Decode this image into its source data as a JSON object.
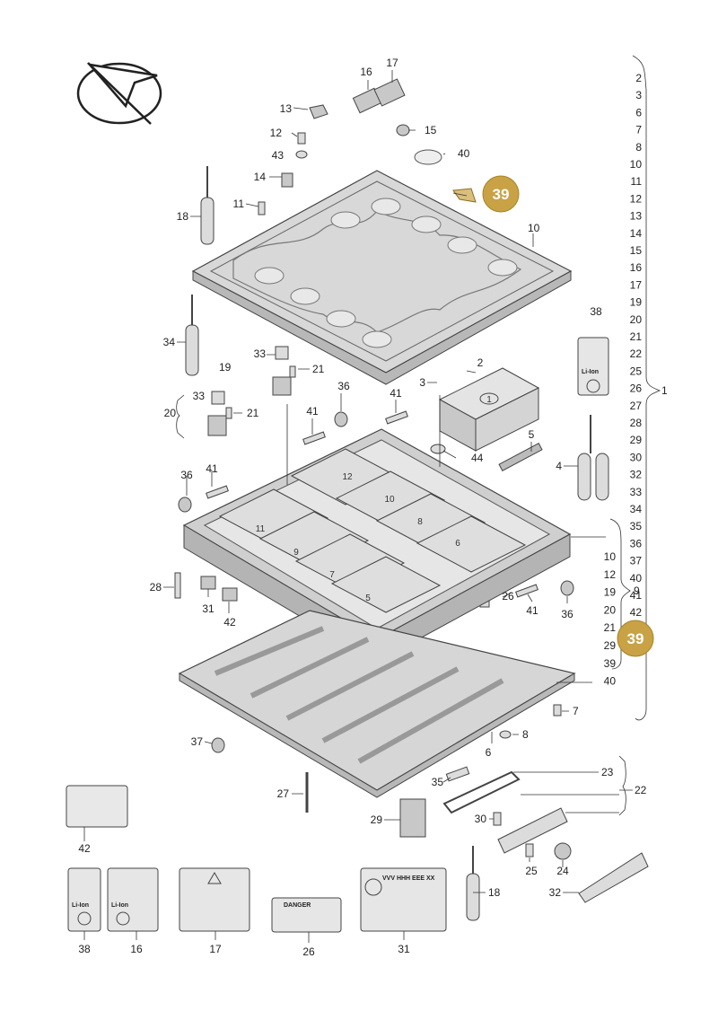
{
  "diagram": {
    "callouts": {
      "c16": "16",
      "c17": "17",
      "c13": "13",
      "c12": "12",
      "c15": "15",
      "c43": "43",
      "c40": "40",
      "c14": "14",
      "c11": "11",
      "c18": "18",
      "c10": "10",
      "c34": "34",
      "c38": "38",
      "c33a": "33",
      "c21a": "21",
      "c19": "19",
      "c2": "2",
      "c3": "3",
      "c33b": "33",
      "c21b": "21",
      "c20": "20",
      "c36a": "36",
      "c41a": "41",
      "c41b": "41",
      "c5": "5",
      "c44": "44",
      "c4": "4",
      "c36b": "36",
      "c41c": "41",
      "c28": "28",
      "c31": "31",
      "c42": "42",
      "c26": "26",
      "c41d": "41",
      "c36c": "36",
      "c7": "7",
      "c8": "8",
      "c6": "6",
      "c37": "37",
      "c27": "27",
      "c35": "35",
      "c23": "23",
      "c22": "22",
      "c30": "30",
      "c29": "29",
      "c25": "25",
      "c24": "24",
      "c18b": "18",
      "c32": "32",
      "c42b": "42",
      "c38b": "38",
      "c16b": "16",
      "c17b": "17",
      "c26b": "26",
      "c31b": "31",
      "c1": "1",
      "c9": "9"
    },
    "right_list_1": [
      "2",
      "3",
      "6",
      "7",
      "8",
      "10",
      "11",
      "12",
      "13",
      "14",
      "15",
      "16",
      "17",
      "19",
      "20",
      "21",
      "22",
      "25",
      "26",
      "27",
      "28",
      "29",
      "30",
      "32",
      "33",
      "34",
      "35",
      "36",
      "37",
      "40",
      "41",
      "42"
    ],
    "right_list_9": [
      "10",
      "12",
      "19",
      "20",
      "21",
      "29",
      "39",
      "40"
    ],
    "module_numbers": [
      "12",
      "10",
      "8",
      "6",
      "11",
      "9",
      "7",
      "5",
      "1"
    ],
    "highlight_badge": "39",
    "highlight_color": "#c8a245",
    "labels": {
      "li_ion": "Li-Ion",
      "danger": "DANGER",
      "vw_code": "VVV HHH EEE XX"
    }
  }
}
